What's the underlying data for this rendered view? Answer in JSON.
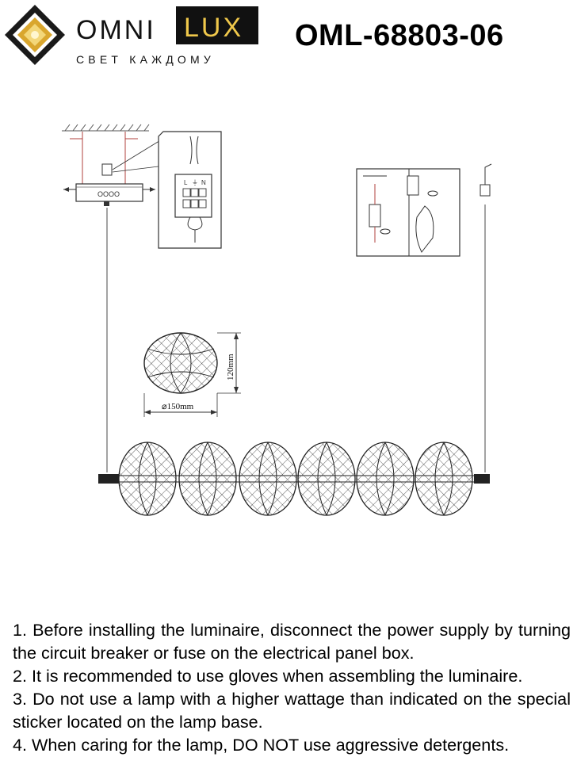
{
  "brand": {
    "name_left": "OMNI",
    "name_right": "LUX",
    "tagline": "СВЕТ КАЖДОМУ",
    "colors": {
      "diamond_outer": "#d9a62e",
      "diamond_inner": "#e8c75a",
      "lux_box": "#111111",
      "lux_text": "#f0c84b"
    }
  },
  "model_number": "OML-68803-06",
  "drawing": {
    "terminal_labels": [
      "L",
      "⏚",
      "N"
    ],
    "canopy_label": "OOOO",
    "dimensions": {
      "height": "120mm",
      "diameter": "⌀150mm"
    },
    "shade_count": 6
  },
  "notes": [
    "1. Before installing the luminaire, disconnect the power supply by turning the circuit breaker or fuse on the electrical panel box.",
    "2. It is recommended to use gloves when assembling the luminaire.",
    "3. Do not use a lamp with a higher wattage than indicated on the special sticker located on the lamp base.",
    "4. When caring for the lamp, DO NOT use aggressive detergents."
  ]
}
